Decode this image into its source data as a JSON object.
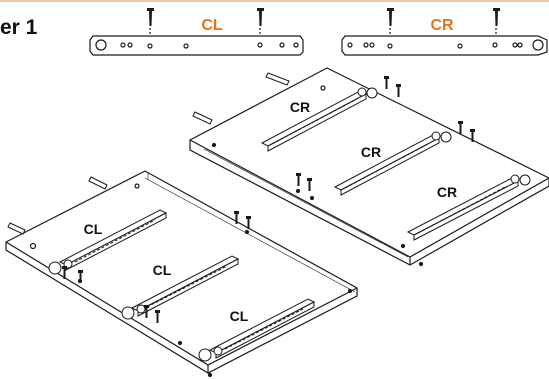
{
  "title": "er 1",
  "rails_top": [
    {
      "label": "CL",
      "color": "#e3741f"
    },
    {
      "label": "CR",
      "color": "#e3741f"
    }
  ],
  "panel_right": {
    "labels": [
      "CR",
      "CR",
      "CR"
    ]
  },
  "panel_left": {
    "labels": [
      "CL",
      "CL",
      "CL"
    ]
  },
  "colors": {
    "stroke": "#1a1a1a",
    "accent": "#e3741f",
    "top_border": "#f2c9a6"
  }
}
